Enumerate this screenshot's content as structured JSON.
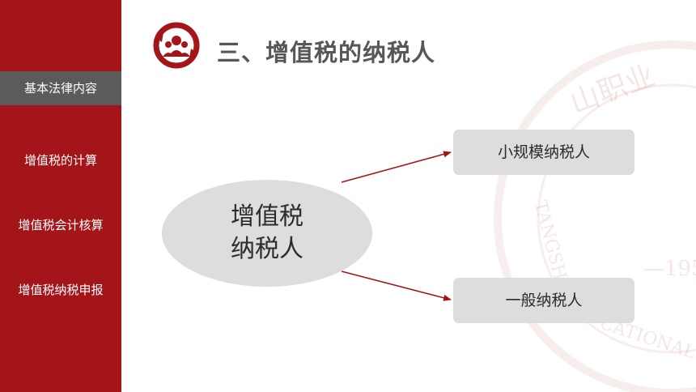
{
  "sidebar": {
    "items": [
      {
        "label": "基本法律内容",
        "active": true
      },
      {
        "label": "增值税的计算",
        "active": false
      },
      {
        "label": "增值税会计核算",
        "active": false
      },
      {
        "label": "增值税纳税申报",
        "active": false
      }
    ]
  },
  "header": {
    "title": "三、增值税的纳税人",
    "logo_icon": "people-circle-logo-icon"
  },
  "diagram": {
    "center": {
      "line1": "增值税",
      "line2": "纳税人"
    },
    "nodes": [
      {
        "label": "小规模纳税人"
      },
      {
        "label": "一般纳税人"
      }
    ]
  },
  "watermark": {
    "text_1": "TANGSH",
    "text_2": "CATIONAL",
    "text_3": "—195",
    "text_4": "山职业"
  },
  "colors": {
    "sidebar_bg": "#a31519",
    "active_item_bg": "#5b5b5b",
    "title_text": "#575757",
    "node_fill": "#dddddd",
    "arrow": "#a31519"
  }
}
